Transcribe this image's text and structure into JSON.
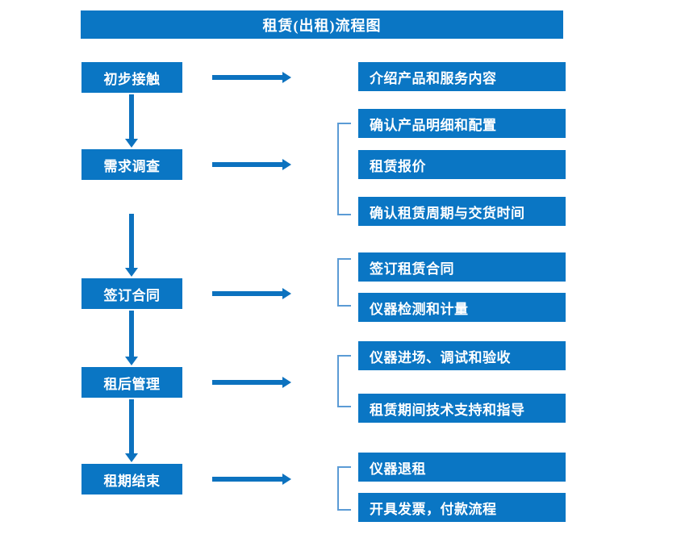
{
  "diagram": {
    "title": "租赁(出租)流程图",
    "accent_color": "#0a76c4",
    "arrow_color": "#0c72bf",
    "bracket_color": "#5b9bd5",
    "text_color": "#ffffff",
    "background_color": "#ffffff"
  },
  "stages": [
    {
      "label": "初步接触"
    },
    {
      "label": "需求调查"
    },
    {
      "label": "签订合同"
    },
    {
      "label": "租后管理"
    },
    {
      "label": "租期结束"
    }
  ],
  "details": [
    {
      "label": "介绍产品和服务内容"
    },
    {
      "label": "确认产品明细和配置"
    },
    {
      "label": "租赁报价"
    },
    {
      "label": "确认租赁周期与交货时间"
    },
    {
      "label": "签订租赁合同"
    },
    {
      "label": "仪器检测和计量"
    },
    {
      "label": "仪器进场、调试和验收"
    },
    {
      "label": "租赁期间技术支持和指导"
    },
    {
      "label": "仪器退租"
    },
    {
      "label": "开具发票，付款流程"
    }
  ]
}
